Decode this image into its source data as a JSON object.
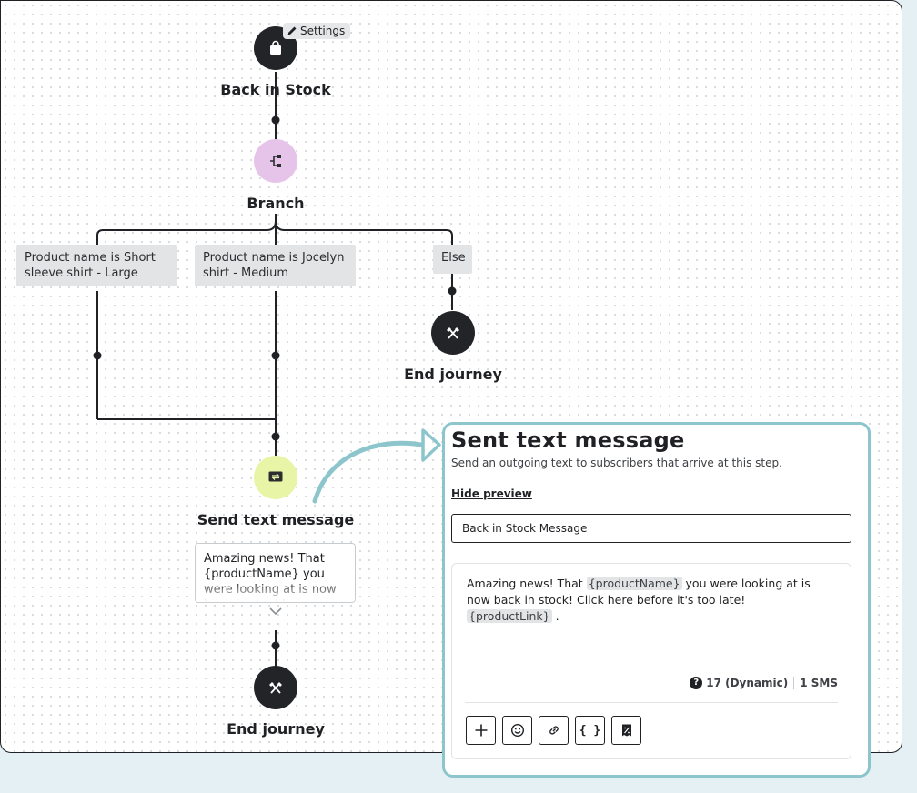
{
  "journey": {
    "trigger": {
      "label": "Back in Stock",
      "icon": "shopping-bag-icon",
      "settings_label": "Settings"
    },
    "branch": {
      "label": "Branch",
      "icon": "branch-icon"
    },
    "conditions": [
      "Product name is Short sleeve shirt - Large",
      "Product name is Jocelyn shirt - Medium",
      "Else"
    ],
    "end_journey_label": "End journey",
    "send_text": {
      "label": "Send text message",
      "icon": "message-icon",
      "preview_text": "Amazing news! That {productName} you were looking at is now back in stock!"
    }
  },
  "panel": {
    "title": "Sent text message",
    "subtitle": "Send an outgoing text to subscribers that arrive at this step.",
    "hide_preview": "Hide preview",
    "message_name": "Back in Stock Message",
    "body": {
      "part1": "Amazing news! That ",
      "token1": "{productName}",
      "part2": " you were looking at is now back in stock! Click here before it's too late! ",
      "token2": "{productLink}",
      "part3": " ."
    },
    "char_count": "17 (Dynamic)",
    "sms_count": "1 SMS",
    "tools": [
      "add-icon",
      "emoji-icon",
      "link-icon",
      "variable-icon",
      "discount-icon"
    ],
    "tool_variable_glyph": "{ }"
  },
  "colors": {
    "canvas_border": "#1f2124",
    "panel_border": "#8cc6cc",
    "page_background": "#e4f0f3",
    "trigger_node": "#222427",
    "branch_node": "#e6c4ea",
    "send_node": "#e8f5a6"
  }
}
